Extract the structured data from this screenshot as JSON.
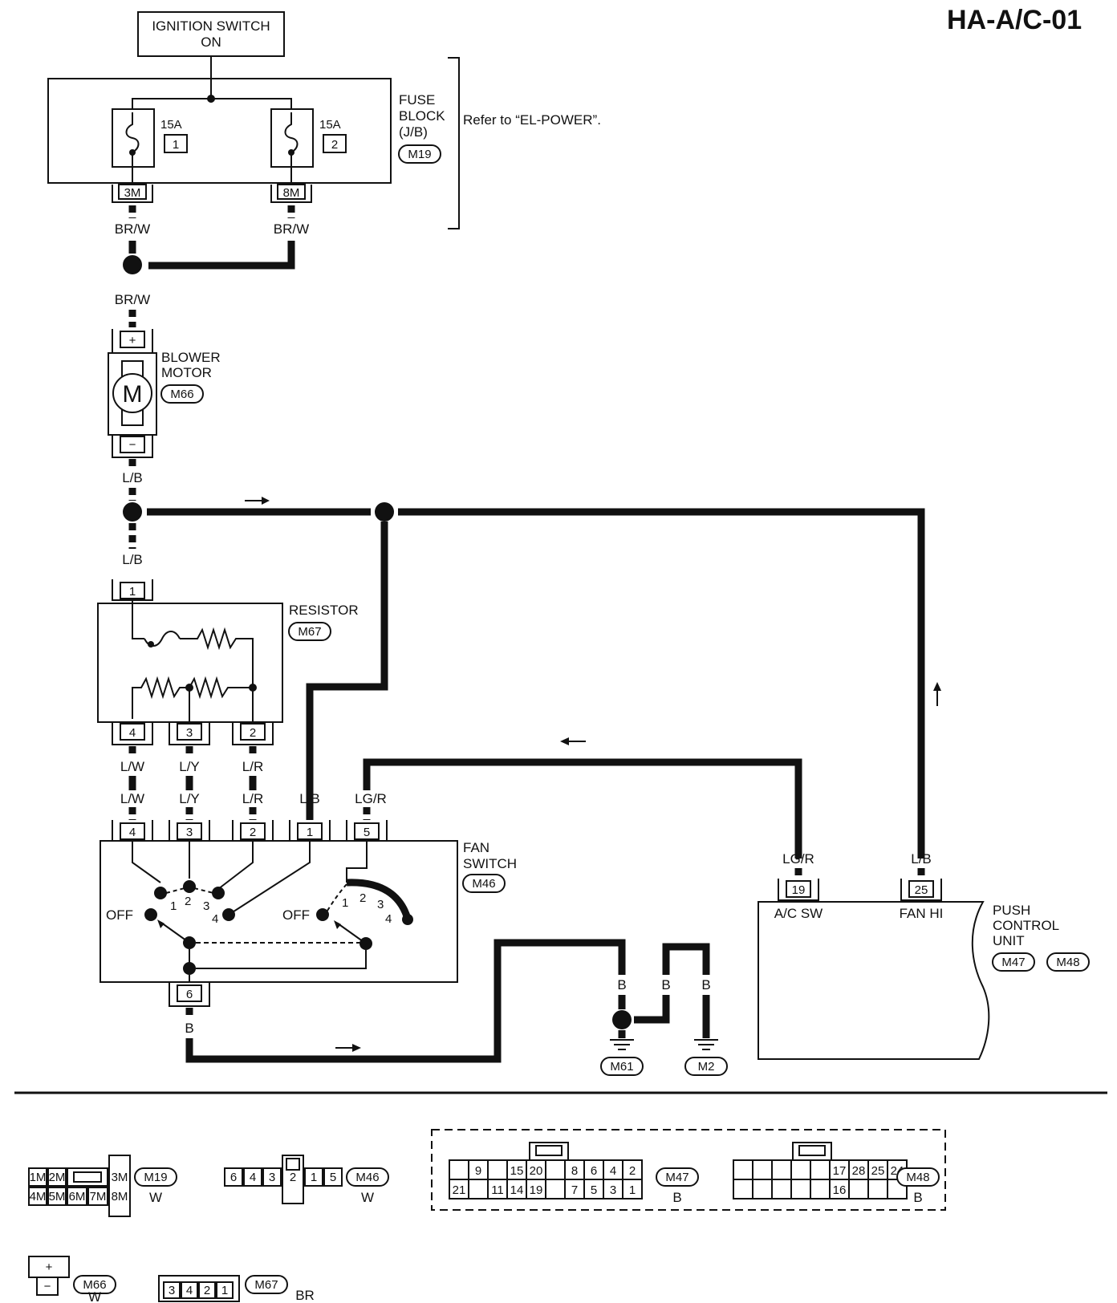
{
  "header": {
    "code": "HA-A/C-01"
  },
  "ignition": {
    "line1": "IGNITION SWITCH",
    "line2": "ON"
  },
  "fuse_block": {
    "title": [
      "FUSE",
      "BLOCK",
      "(J/B)"
    ],
    "connector": "M19",
    "refer": "Refer to “EL-POWER”.",
    "fuses": [
      {
        "rating": "15A",
        "number": "1"
      },
      {
        "rating": "15A",
        "number": "2"
      }
    ],
    "terminals": [
      "3M",
      "8M"
    ]
  },
  "wires": {
    "br_w": "BR/W",
    "l_b": "L/B",
    "l_w": "L/W",
    "l_y": "L/Y",
    "l_r": "L/R",
    "lg_r": "LG/R",
    "b": "B"
  },
  "blower_motor": {
    "title": [
      "BLOWER",
      "MOTOR"
    ],
    "connector": "M66",
    "symbol": "M",
    "plus": "+",
    "minus": "−"
  },
  "resistor": {
    "title": "RESISTOR",
    "connector": "M67",
    "pins": [
      "1",
      "4",
      "3",
      "2"
    ]
  },
  "fan_switch": {
    "title": [
      "FAN",
      "SWITCH"
    ],
    "connector": "M46",
    "pins": [
      "4",
      "3",
      "2",
      "1",
      "5",
      "6"
    ],
    "positions": [
      "1",
      "2",
      "3",
      "4"
    ],
    "off": "OFF"
  },
  "push_control": {
    "title": [
      "PUSH",
      "CONTROL",
      "UNIT"
    ],
    "connectors": [
      "M47",
      "M48"
    ],
    "pins": [
      {
        "num": "19",
        "name": "A/C SW"
      },
      {
        "num": "25",
        "name": "FAN HI"
      }
    ]
  },
  "grounds": [
    "M61",
    "M2"
  ],
  "connector_views": [
    {
      "id": "M19",
      "color": "W",
      "row1": [
        "1M",
        "2M",
        "",
        "3M"
      ],
      "row2": [
        "4M",
        "5M",
        "6M",
        "7M",
        "8M"
      ]
    },
    {
      "id": "M46",
      "color": "W",
      "row1": [
        "6",
        "4",
        "3",
        "2",
        "1",
        "5"
      ]
    },
    {
      "id": "M47",
      "color": "B",
      "row1": [
        "",
        "9",
        "",
        "15",
        "20",
        "",
        "8",
        "6",
        "4",
        "2"
      ],
      "row2": [
        "21",
        "",
        "11",
        "14",
        "19",
        "",
        "7",
        "5",
        "3",
        "1"
      ]
    },
    {
      "id": "M48",
      "color": "B",
      "row1": [
        "",
        "",
        "",
        "",
        "",
        "17",
        "28",
        "25",
        "24"
      ],
      "row2": [
        "",
        "",
        "",
        "",
        "",
        "16",
        "",
        "",
        ""
      ]
    },
    {
      "id": "M66",
      "color": "W",
      "row1": [
        "+"
      ],
      "row2": [
        "−"
      ]
    },
    {
      "id": "M67",
      "color": "BR",
      "row1": [
        "3",
        "4",
        "2",
        "1"
      ]
    }
  ]
}
